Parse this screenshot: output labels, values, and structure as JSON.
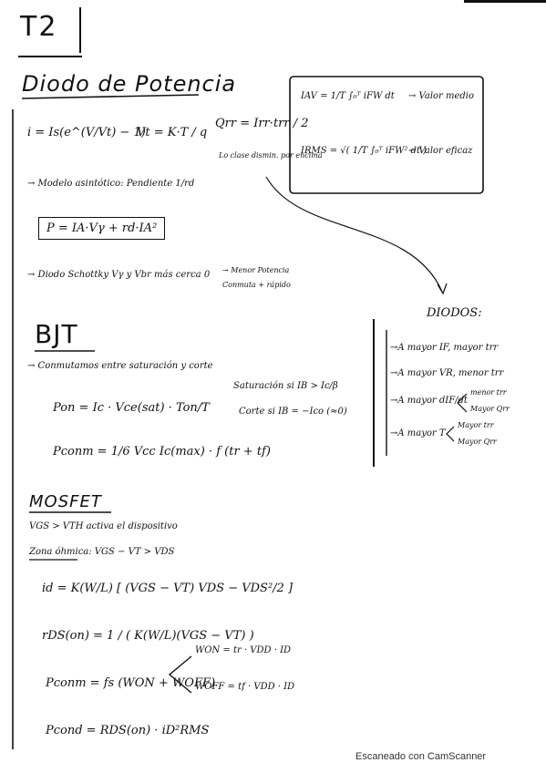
{
  "title": "T2",
  "diodo": {
    "heading": "Diodo de Potencia",
    "eq_current": "i = Is(e^(V/Vt) − 1)",
    "eq_vt": "Vt = K·T / q",
    "eq_qrr": "Qrr = Irr·trr / 2",
    "qrr_note": "Lo clase dismin. por encima",
    "modelo": "→ Modelo asintótico: Pendiente 1/rd",
    "power_box": "P = IA·Vγ + rd·IA²",
    "schottky": "→ Diodo Schottky Vγ y Vbr más cerca 0",
    "schottky_result_1": "→ Menor Potencia",
    "schottky_result_2": "Conmuta + rápido"
  },
  "integrals_box": {
    "iav": "IAV = 1/T ∫₀ᵀ iFW dt",
    "iav_label": "→ Valor medio",
    "irms": "IRMS = √( 1/T ∫₀ᵀ iFW² dt )",
    "irms_label": "→ Valor eficaz"
  },
  "diodos_summary": {
    "title": "DIODOS:",
    "items": [
      "→A mayor IF, mayor trr",
      "→A mayor VR, menor trr",
      "→A mayor dIF/dt",
      "→A mayor T"
    ],
    "dif_sub": [
      "menor trr",
      "Mayor Qrr"
    ],
    "t_sub": [
      "Mayor trr",
      "Mayor Qrr"
    ]
  },
  "bjt": {
    "heading": "BJT",
    "conmutamos": "→ Conmutamos entre saturación y corte",
    "pon": "Pon = Ic · Vce(sat) · Ton/T",
    "pconm": "Pconm = 1/6 Vcc Ic(max) · f (tr + tf)",
    "saturacion": "Saturación si IB > Ic/β",
    "corte": "Corte si IB = −Ico (≈0)"
  },
  "mosfet": {
    "heading": "MOSFET",
    "cond": "VGS > VTH activa el dispositivo",
    "zona": "Zona óhmica: VGS − VT > VDS",
    "id": "id = K(W/L) [ (VGS − VT) VDS − VDS²/2 ]",
    "rds": "rDS(on) = 1 / ( K(W/L)(VGS − VT) )",
    "pconm": "Pconm = fs (WON + WOFF)",
    "won": "WON = tr · VDD · ID",
    "woff": "WOFF = tf · VDD · ID",
    "pcond": "Pcond = RDS(on) · iD²RMS"
  },
  "footer": "Escaneado con CamScanner"
}
